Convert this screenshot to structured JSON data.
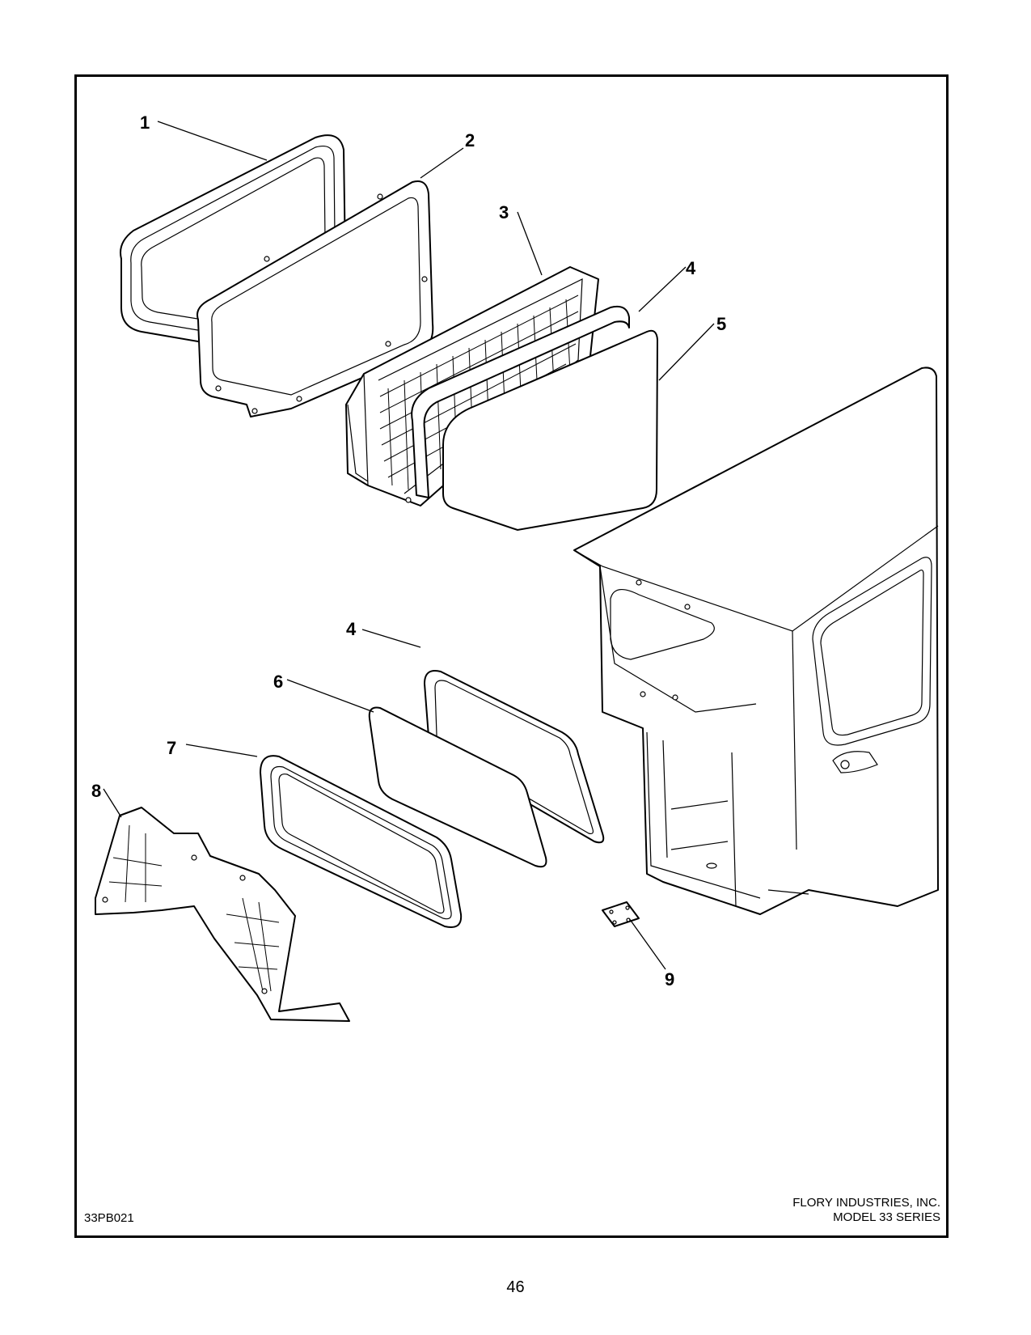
{
  "callouts": [
    {
      "id": "1",
      "label": "1"
    },
    {
      "id": "2",
      "label": "2"
    },
    {
      "id": "3",
      "label": "3"
    },
    {
      "id": "4a",
      "label": "4"
    },
    {
      "id": "5",
      "label": "5"
    },
    {
      "id": "4b",
      "label": "4"
    },
    {
      "id": "6",
      "label": "6"
    },
    {
      "id": "7",
      "label": "7"
    },
    {
      "id": "8",
      "label": "8"
    },
    {
      "id": "9",
      "label": "9"
    }
  ],
  "footer": {
    "drawing_code": "33PB021",
    "company_line1": "FLORY INDUSTRIES, INC.",
    "company_line2": "MODEL 33 SERIES"
  },
  "page_number": "46"
}
